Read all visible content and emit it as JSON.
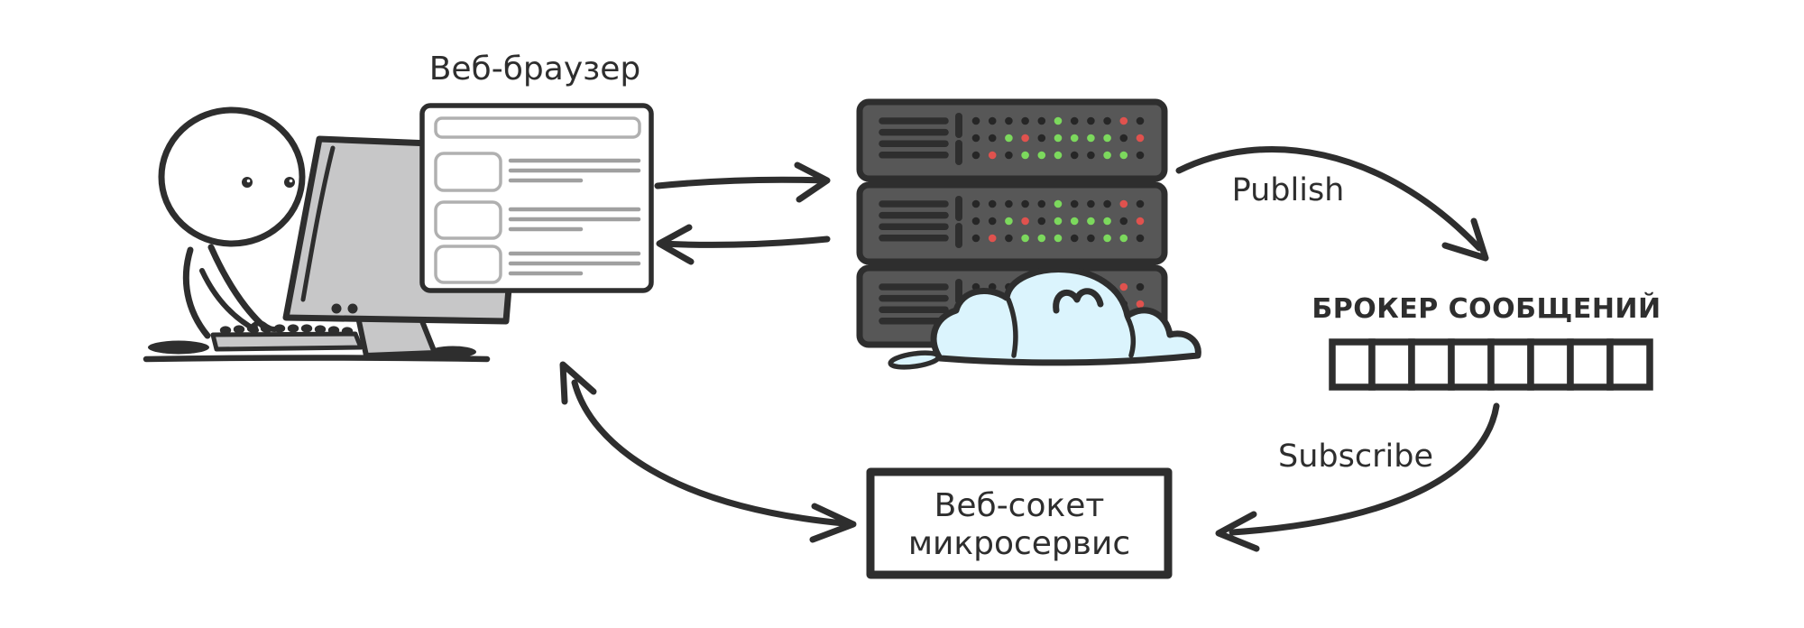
{
  "labels": {
    "browser_title": "Веб-браузер",
    "publish": "Publish",
    "subscribe": "Subscribe",
    "broker_title": "БРОКЕР СООБЩЕНИЙ",
    "microservice_line1": "Веб-сокет",
    "microservice_line2": "микросервис"
  },
  "colors": {
    "ink": "#2e2e2e",
    "device_gray": "#c7c7c8",
    "browser_box": "#b0b0b0",
    "browser_line": "#a0a0a0",
    "server_body": "#575757",
    "server_band": "#454545",
    "led_off": "#262626",
    "led_green": "#7cd95d",
    "led_red": "#e0524e",
    "cloud_fill": "#dbf4fd",
    "background": "#ffffff"
  },
  "server": {
    "unit_count": 3,
    "led_rows": [
      "kkkkkgkkkrk",
      "kkgrkggggkr",
      "krkgggkkggk"
    ]
  },
  "broker": {
    "cell_count": 8
  }
}
